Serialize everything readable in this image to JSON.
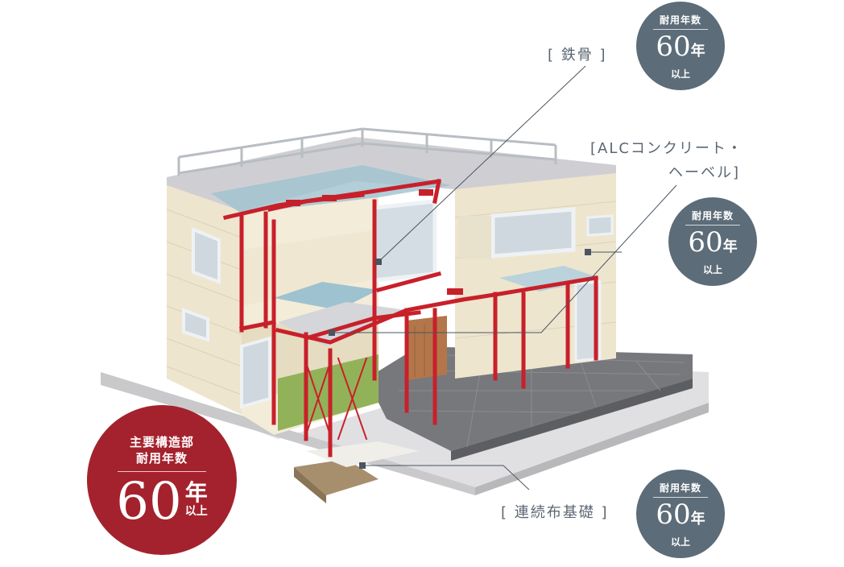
{
  "labels": {
    "steel": "[ 鉄骨 ]",
    "alc_line1": "[ALCコンクリート・",
    "alc_line2": "ヘーベル]",
    "foundation": "[ 連続布基礎 ]"
  },
  "badges": {
    "steel": {
      "caption": "耐用年数",
      "number": "60",
      "unit": "年",
      "suffix": "以上"
    },
    "alc": {
      "caption": "耐用年数",
      "number": "60",
      "unit": "年",
      "suffix": "以上"
    },
    "foundation": {
      "caption": "耐用年数",
      "number": "60",
      "unit": "年",
      "suffix": "以上"
    },
    "main": {
      "caption_line1": "主要構造部",
      "caption_line2": "耐用年数",
      "number": "60",
      "unit": "年",
      "suffix": "以上"
    }
  },
  "colors": {
    "frame": "#c8202a",
    "badge_grey": "#5c6c78",
    "badge_red": "#a4222d",
    "label_text": "#5b6673",
    "leader_line": "#4a5560"
  }
}
